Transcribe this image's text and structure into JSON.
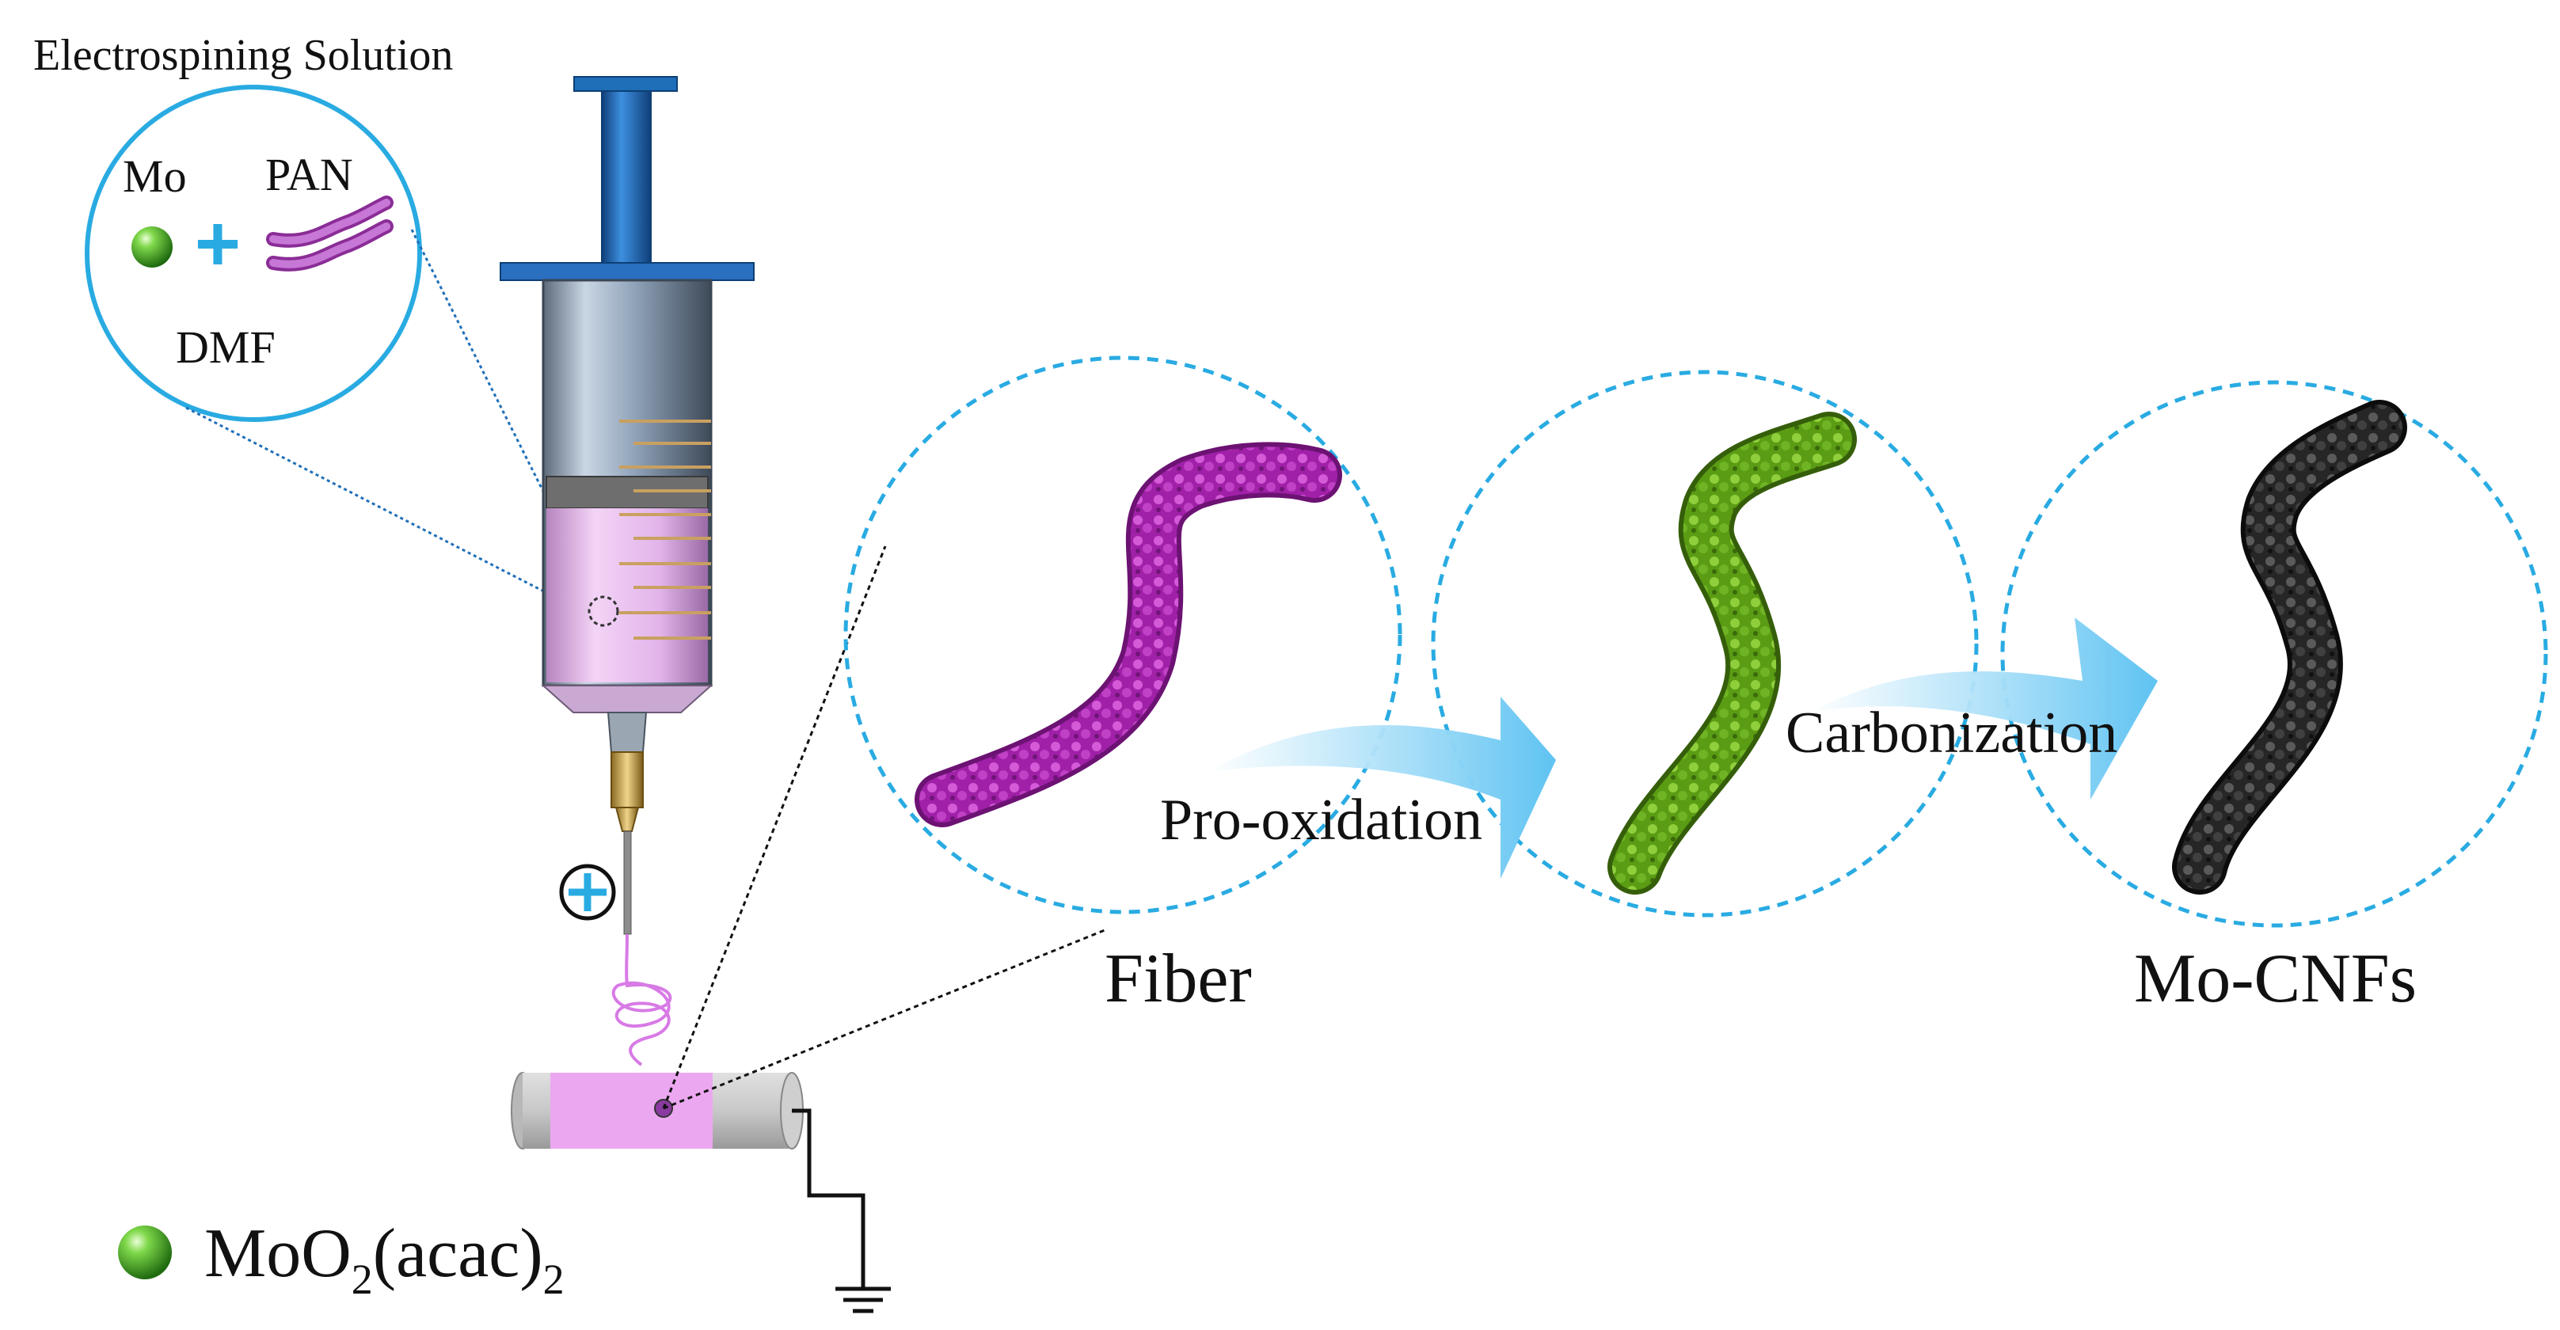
{
  "labels": {
    "solution_title": "Electrospining Solution",
    "mo": "Mo",
    "pan": "PAN",
    "plus": "+",
    "dmf": "DMF",
    "fiber": "Fiber",
    "pro_oxidation": "Pro-oxidation",
    "carbonization": "Carbonization",
    "mo_cnfs": "Mo-CNFs",
    "legend_main": "MoO",
    "legend_sub1": "2",
    "legend_mid": "(acac)",
    "legend_sub2": "2"
  },
  "colors": {
    "accent_blue": "#29ABE2",
    "plunger_blue": "#1F6FB8",
    "fiber_purple": "#A020A8",
    "fiber_green": "#5FA318",
    "fiber_black": "#2A2A2A",
    "solution_pink": "#E7B6EE",
    "collector_pink": "#EBA8F0",
    "sphere_green": "#5CC62A"
  },
  "icons": {
    "high_voltage": "plus-circle-icon",
    "ground": "ground-icon"
  }
}
